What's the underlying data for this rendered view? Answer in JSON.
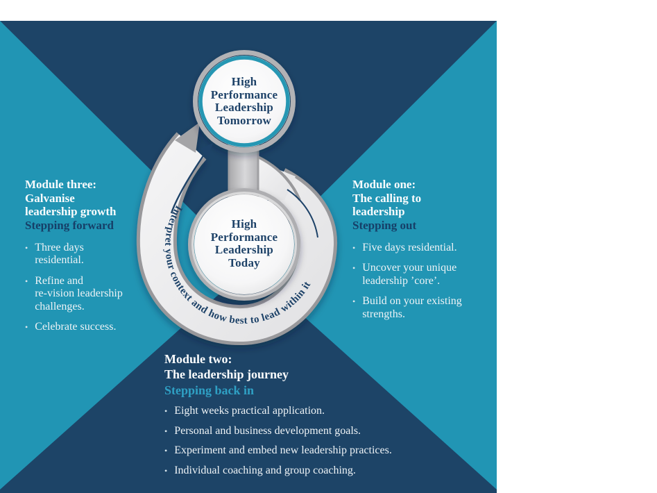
{
  "palette": {
    "navy": "#1d4467",
    "teal": "#2195b4",
    "band_edge_gray": "#98989b",
    "band_light": "#ececee",
    "silver_ring": "#b2b2b5",
    "teal_ring": "#2897b3",
    "circle_text_navy": "#1e4268",
    "subtitle_navy": "#163f68",
    "subtitle_teal": "#2fa0c4",
    "body_text": "#eef3f6"
  },
  "bullet_glyph": "•",
  "center": {
    "top_circle_lines": [
      "High",
      "Performance",
      "Leadership",
      "Tomorrow"
    ],
    "middle_circle_lines": [
      "High",
      "Performance",
      "Leadership",
      "Today"
    ],
    "curved_text": "Interpret your context and how best to lead within it"
  },
  "modules": {
    "three": {
      "title_lines": [
        "Module three:",
        "Galvanise",
        "leadership growth"
      ],
      "subtitle": "Stepping forward",
      "bullets": [
        [
          "Three days",
          "residential."
        ],
        [
          "Refine and",
          "re-vision leadership",
          "challenges."
        ],
        [
          "Celebrate success."
        ]
      ]
    },
    "one": {
      "title_lines": [
        "Module one:",
        "The calling to",
        "leadership"
      ],
      "subtitle": "Stepping out",
      "bullets": [
        [
          "Five days residential."
        ],
        [
          "Uncover your unique",
          "leadership ’core’."
        ],
        [
          "Build on your existing",
          "strengths."
        ]
      ]
    },
    "two": {
      "title_lines": [
        "Module two:",
        "The leadership journey"
      ],
      "subtitle": "Stepping back in",
      "bullets": [
        [
          "Eight weeks practical application."
        ],
        [
          "Personal and business development goals."
        ],
        [
          "Experiment and embed new leadership practices."
        ],
        [
          "Individual coaching and group coaching."
        ]
      ]
    }
  }
}
